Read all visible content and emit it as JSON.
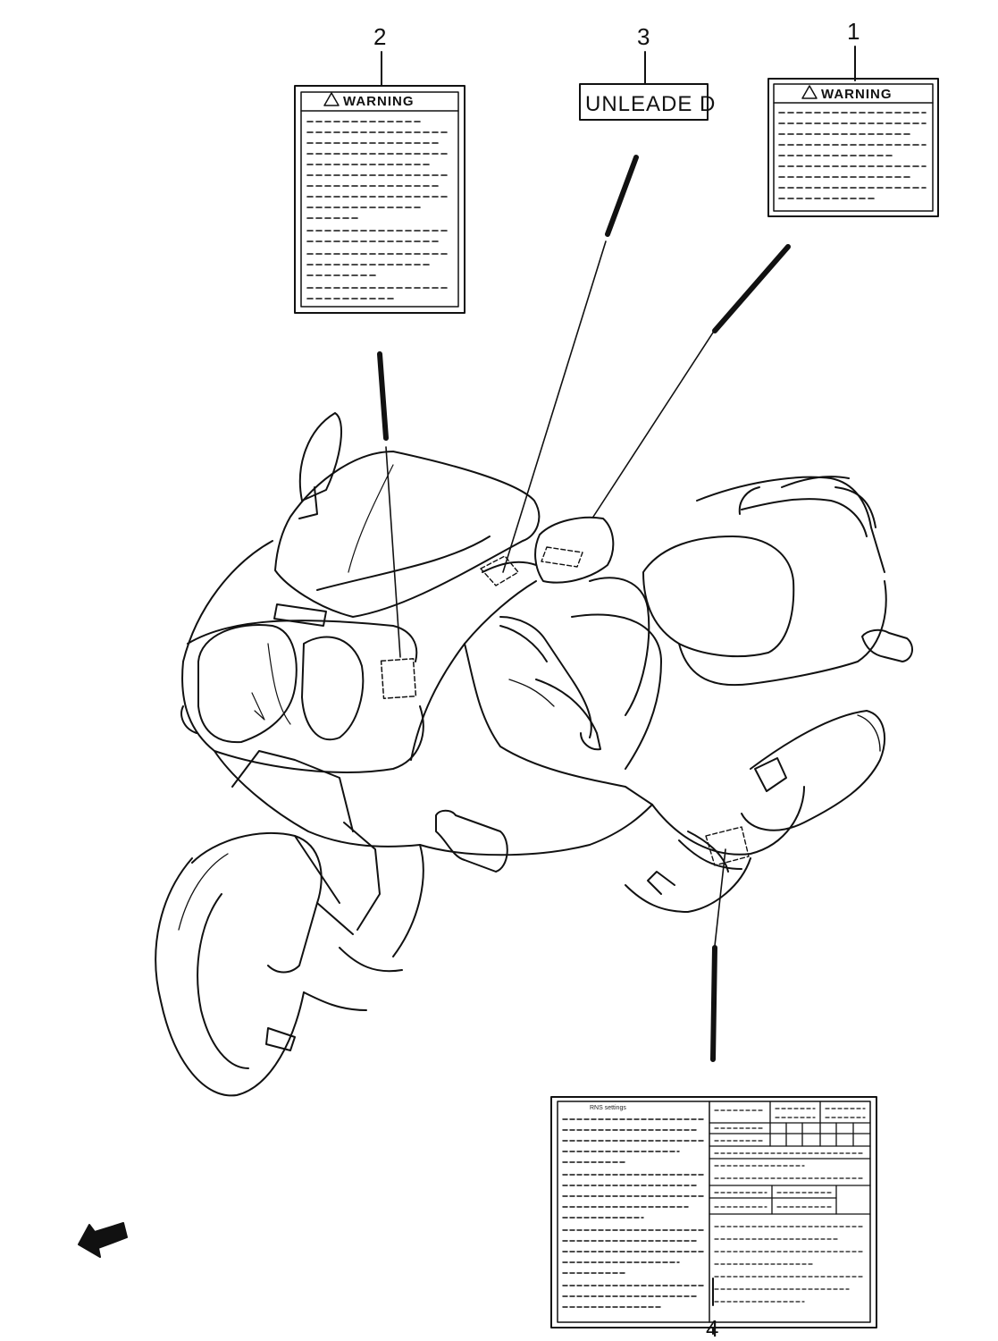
{
  "callouts": {
    "c1": "1",
    "c2": "2",
    "c3": "3",
    "c4": "4"
  },
  "labels": {
    "warning_1": "WARNING",
    "warning_2": "WARNING",
    "unleaded": "UNLEADE D",
    "info_plate_heading": "RNS settings"
  },
  "colors": {
    "ink": "#111111",
    "paper": "#ffffff"
  },
  "icons": {
    "warning": "warning-triangle-icon",
    "direction": "front-direction-arrow-icon"
  }
}
